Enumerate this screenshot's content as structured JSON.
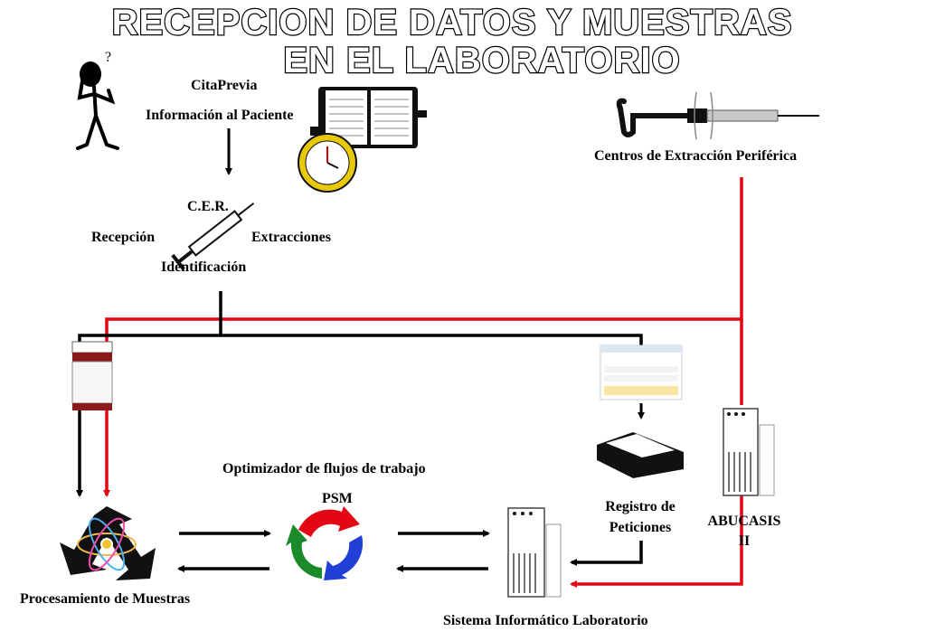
{
  "title": {
    "line1": "RECEPCION DE DATOS Y MUESTRAS",
    "line2": "EN EL LABORATORIO"
  },
  "labels": {
    "cita_previa": "CitaPrevia",
    "informacion_paciente": "Información al Paciente",
    "cer": "C.E.R.",
    "recepcion": "Recepción",
    "extracciones": "Extracciones",
    "identificacion": "Identificación",
    "centros_extraccion": "Centros de Extracción Periférica",
    "optimizador": "Optimizador de flujos de trabajo",
    "psm": "PSM",
    "registro_line1": "Registro de",
    "registro_line2": "Peticiones",
    "abucasis_line1": "ABUCASIS",
    "abucasis_line2": "II",
    "procesamiento": "Procesamiento de Muestras",
    "sistema_informatico": "Sistema Informático Laboratorio"
  },
  "colors": {
    "sample_flow": "#e30613",
    "data_flow": "#000000",
    "cycle_red": "#e30613",
    "cycle_blue": "#1f3fd6",
    "cycle_green": "#1a8a2a"
  },
  "icons": [
    "thinking-person-icon",
    "agenda-icon",
    "stopwatch-icon",
    "syringe-icon",
    "sample-tube-icon",
    "web-form-icon",
    "printer-icon",
    "server-icon",
    "recycle-atom-icon",
    "cycle-arrows-icon"
  ]
}
